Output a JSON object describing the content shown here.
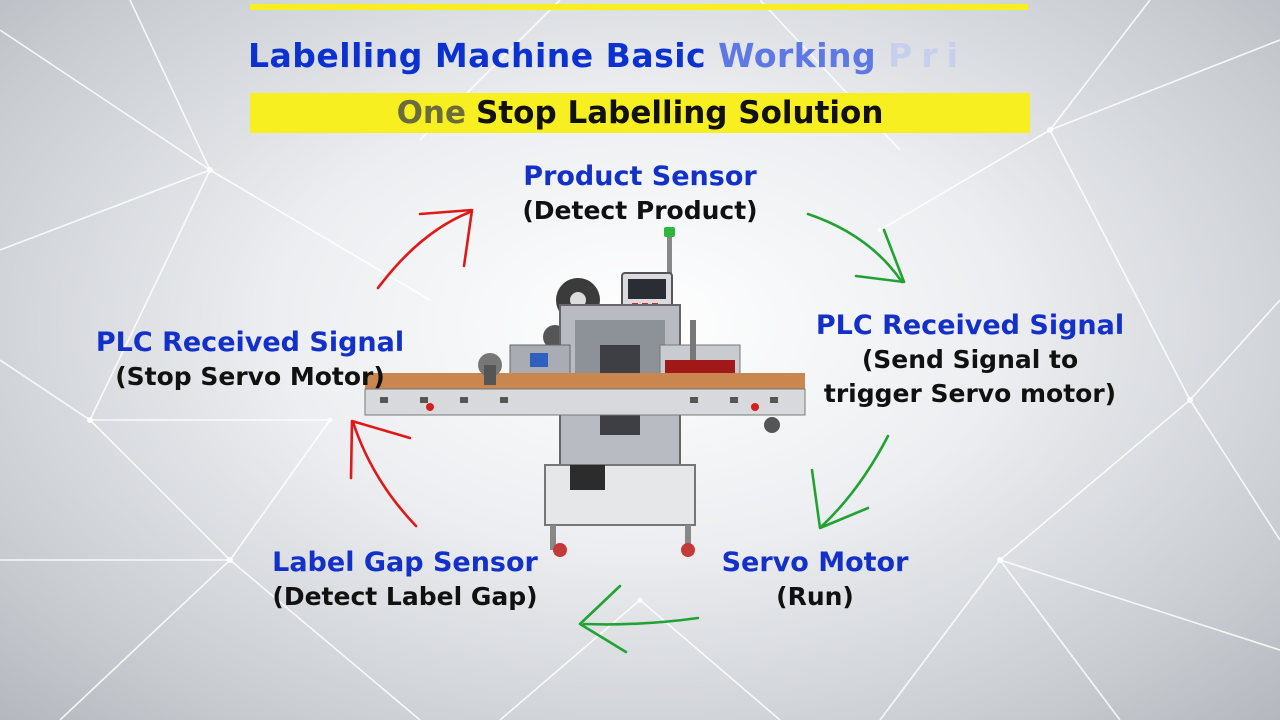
{
  "colors": {
    "banner": "#f7ef1f",
    "title": "#0b32d0",
    "node_title": "#1330c8",
    "red_arrow": "#e01818",
    "green_arrow": "#22a232"
  },
  "header": {
    "title_main": "Labelling Machine Basic",
    "title_fade": "Working",
    "title_fade2": "Pri",
    "banner_one": "One",
    "banner_rest": "Stop Labelling Solution"
  },
  "nodes": {
    "product_sensor": {
      "title": "Product Sensor",
      "desc": "(Detect Product)"
    },
    "plc_right": {
      "title": "PLC Received Signal",
      "desc_1": "(Send Signal to",
      "desc_2": "trigger Servo motor)"
    },
    "servo_motor": {
      "title": "Servo Motor",
      "desc": "(Run)"
    },
    "label_gap_sensor": {
      "title": "Label Gap Sensor",
      "desc": "(Detect Label Gap)"
    },
    "plc_left": {
      "title": "PLC Received Signal",
      "desc": "(Stop Servo  Motor)"
    }
  },
  "image": {
    "icon": "labelling-machine-illustration"
  }
}
